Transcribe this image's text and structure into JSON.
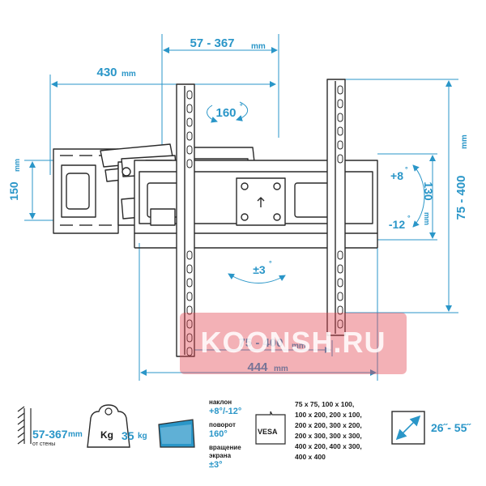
{
  "dimensions": {
    "top_width": "57 - 367",
    "top_width_unit": "mm",
    "arm_width": "430",
    "arm_width_unit": "mm",
    "left_height": "150",
    "left_height_unit": "mm",
    "right_height": "75 - 400",
    "right_height_unit": "mm",
    "inner_height": "130",
    "inner_height_unit": "mm",
    "tilt_up": "+8",
    "tilt_down": "-12",
    "swivel": "160",
    "rotate": "±3",
    "vesa_bottom": "75 - 400",
    "vesa_bottom_unit": "mm",
    "bottom_width": "444",
    "bottom_width_unit": "mm"
  },
  "watermark": "KOONSH.RU",
  "specs": {
    "wall_distance": "57-367",
    "wall_distance_unit": "mm",
    "wall_distance_note": "от стены",
    "weight_icon": "Kg",
    "weight": "35",
    "weight_unit": "kg",
    "tilt_title": "наклон",
    "tilt_value": "+8°/-12°",
    "swivel_title": "поворот",
    "swivel_value": "160°",
    "rotation_title_1": "вращение",
    "rotation_title_2": "экрана",
    "rotation_value": "±3°",
    "vesa_icon": "VESA",
    "vesa_list": [
      "75 x 75, 100 x 100,",
      "100 x 200, 200 x 100,",
      "200 x 200, 300 x 200,",
      "200 x 300, 300 x 300,",
      "400 x 200, 400 x 300,",
      "400 x 400"
    ],
    "screen_size": "26˝- 55˝"
  },
  "colors": {
    "accent": "#2a96c8",
    "line": "#2a2a2a",
    "watermark": "#e24650"
  }
}
